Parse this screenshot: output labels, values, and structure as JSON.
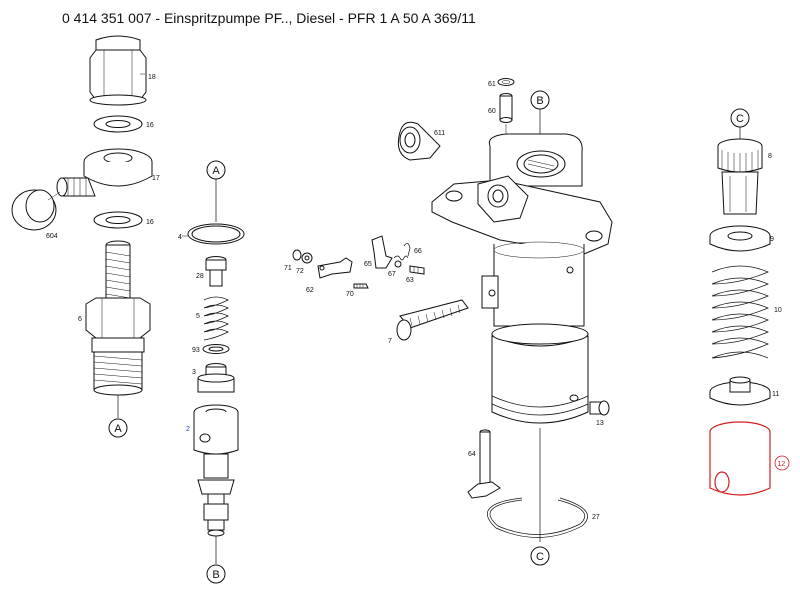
{
  "title": "0 414 351 007 - Einspritzpumpe PF.., Diesel - PFR 1 A 50 A 369/11",
  "callouts": {
    "A_bottom": "A",
    "A_top": "A",
    "B_top": "B",
    "B_bottom": "B",
    "C_top": "C",
    "C_bottom": "C"
  },
  "parts": {
    "p18": "18",
    "p16a": "16",
    "p17": "17",
    "p16b": "16",
    "p604": "604",
    "p6": "6",
    "p4": "4",
    "p28": "28",
    "p5": "5",
    "p93": "93",
    "p3": "3",
    "p2": "2",
    "p61": "61",
    "p60": "60",
    "p611": "611",
    "p71": "71",
    "p72": "72",
    "p62": "62",
    "p70": "70",
    "p65": "65",
    "p66": "66",
    "p67": "67",
    "p63": "63",
    "p7": "7",
    "p13": "13",
    "p64": "64",
    "p27": "27",
    "p8": "8",
    "p9": "9",
    "p10": "10",
    "p11": "11",
    "p12": "12"
  },
  "colors": {
    "highlight": "#d21e1e",
    "label_blue": "#2a3fbf",
    "ink": "#111111"
  }
}
